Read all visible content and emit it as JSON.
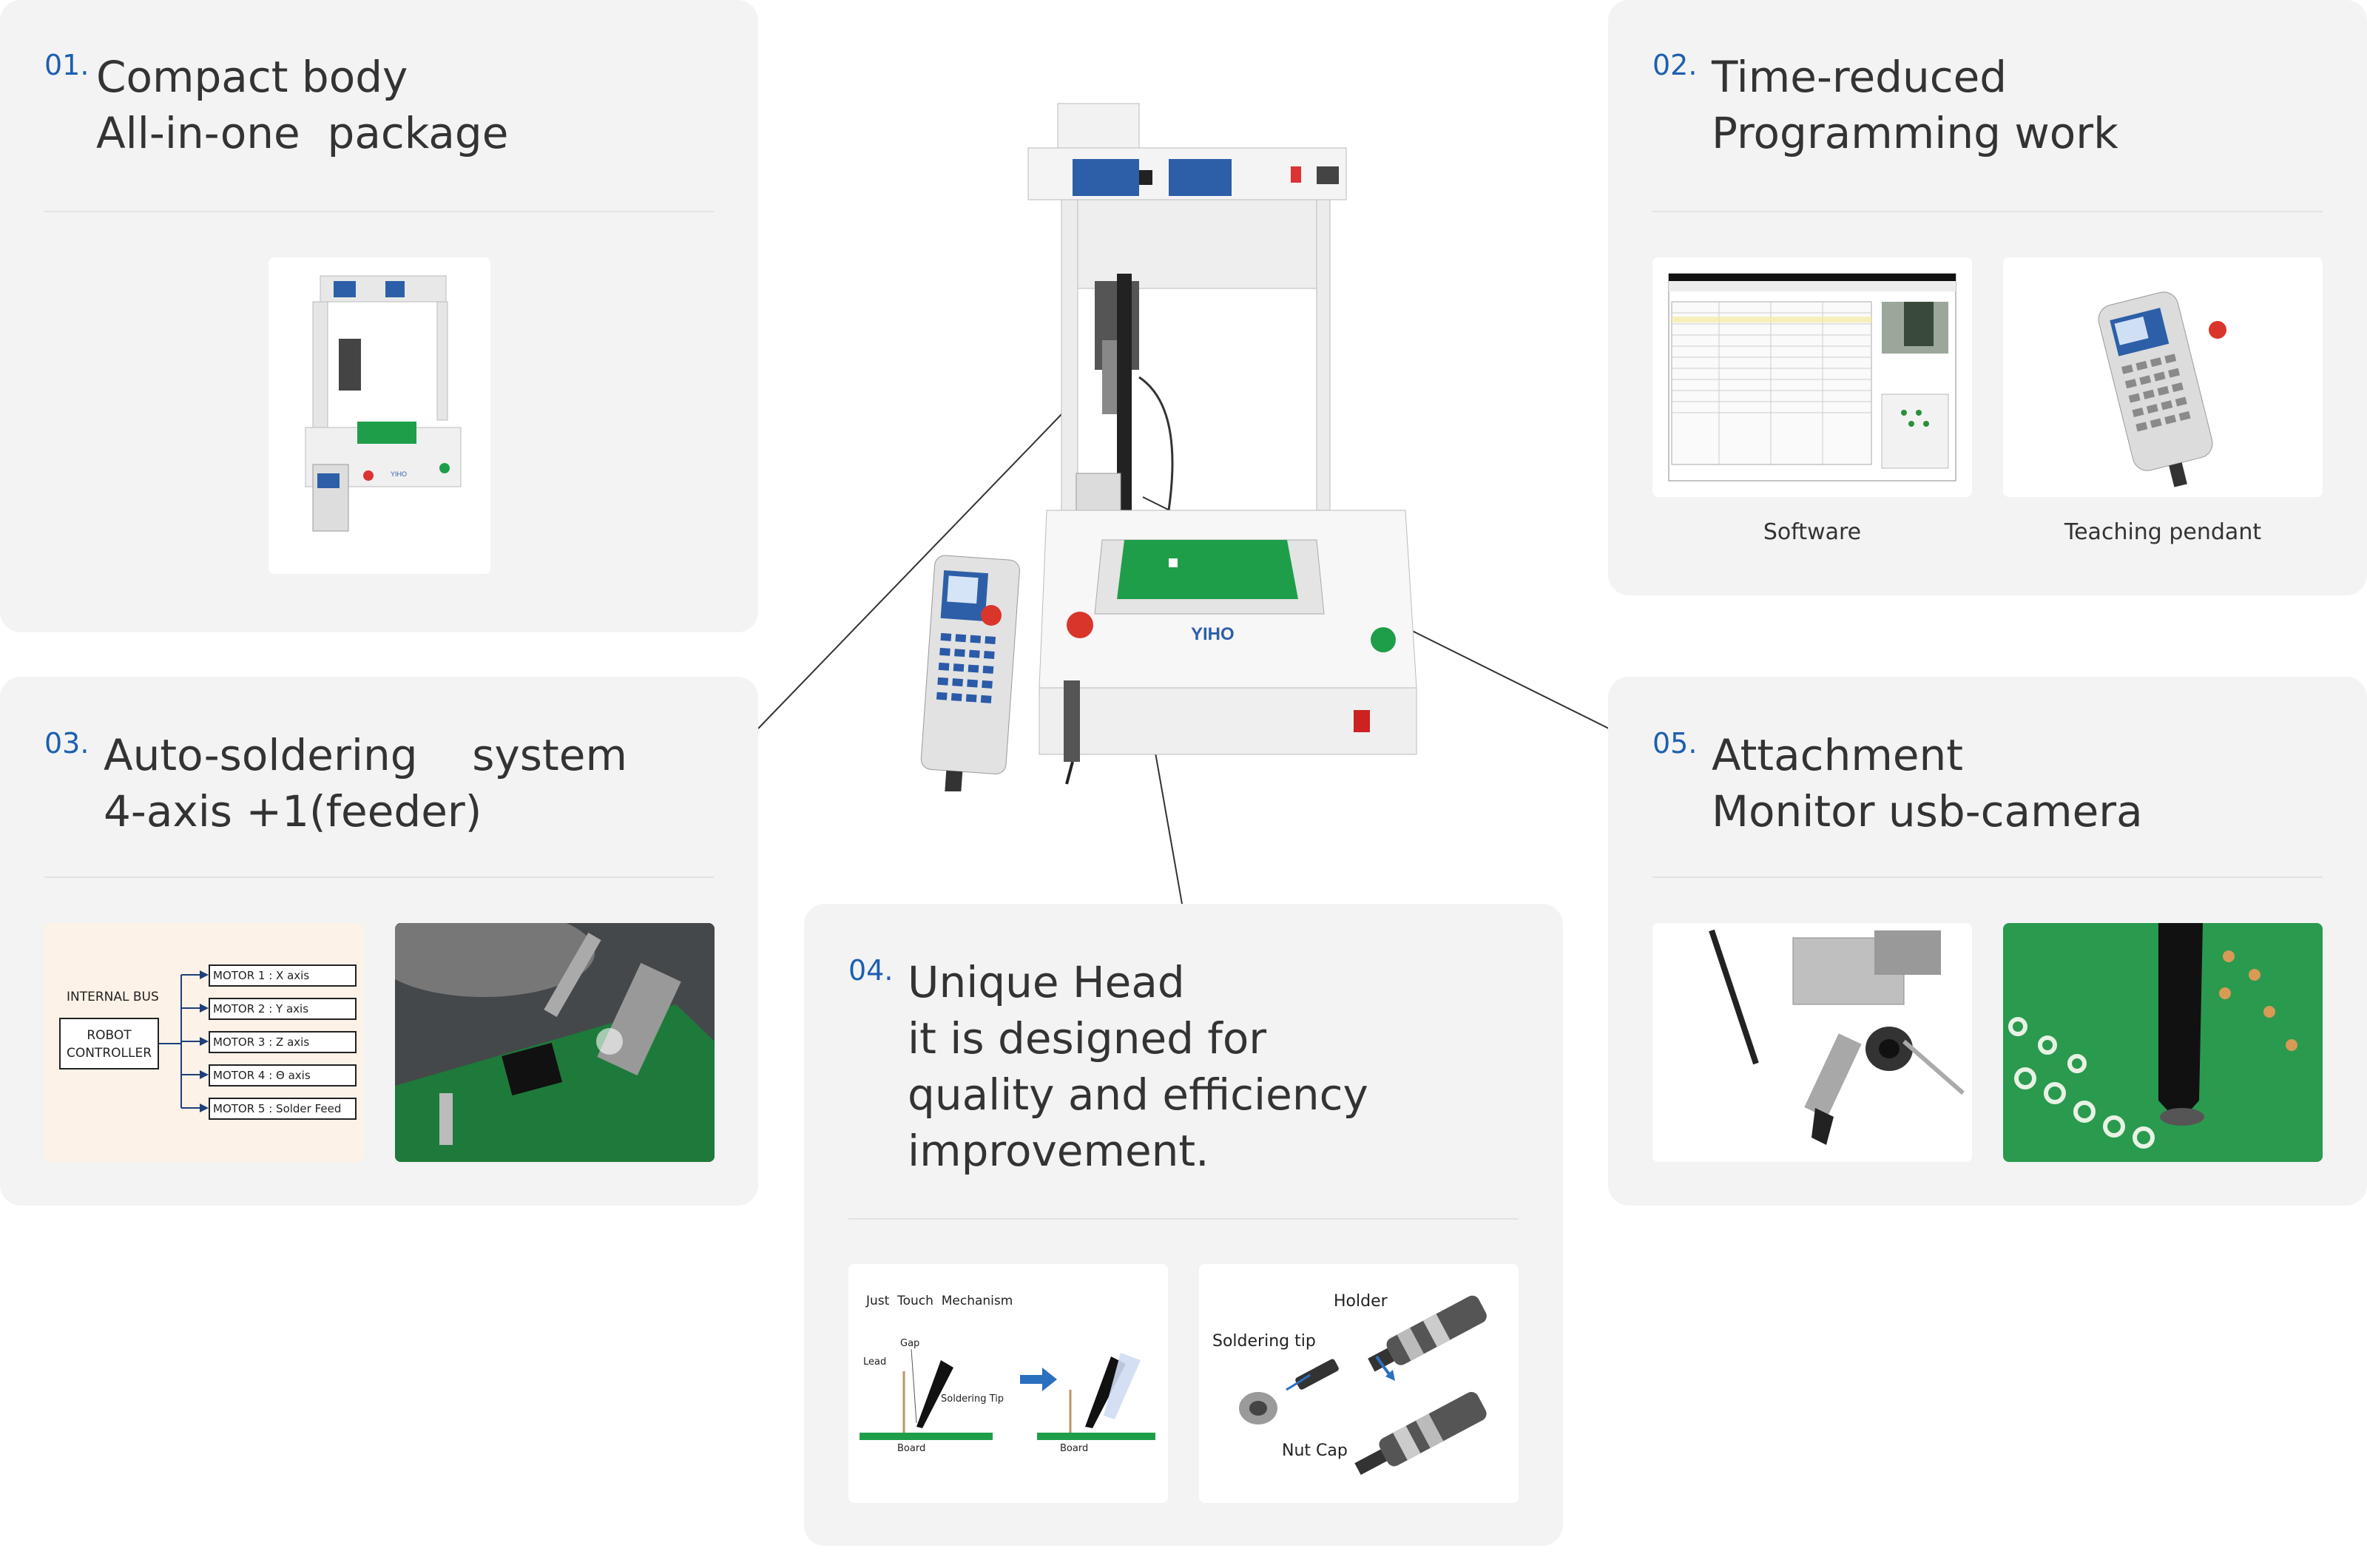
{
  "colors": {
    "card_bg": "#f3f3f3",
    "number_blue": "#1d5fb0",
    "text_dark": "#333333",
    "board_green": "#1f9e4a",
    "arrow_blue": "#2a6fc0"
  },
  "features": [
    {
      "num": "01.",
      "title": "Compact body\nAll-in-one  package"
    },
    {
      "num": "02.",
      "title": "Time-reduced\nProgramming work",
      "captions": [
        "Software",
        "Teaching pendant"
      ]
    },
    {
      "num": "03.",
      "title": "Auto-soldering    system\n4-axis +1(feeder)",
      "bus": {
        "bus_label": "INTERNAL BUS",
        "controller": "ROBOT\nCONTROLLER",
        "motors": [
          "MOTOR 1 : X axis",
          "MOTOR 2 : Y axis",
          "MOTOR 3 : Z axis",
          "MOTOR 4 : Θ axis",
          "MOTOR 5 : Solder Feed"
        ]
      }
    },
    {
      "num": "04.",
      "title": "Unique Head\nit is designed for\nquality and efficiency\nimprovement.",
      "mechanism": {
        "heading": "Just  Touch  Mechanism",
        "gap": "Gap",
        "lead": "Lead",
        "tip": "Soldering Tip",
        "board1": "Board",
        "board2": "Board"
      },
      "parts": {
        "holder": "Holder",
        "tip": "Soldering tip",
        "nut": "Nut Cap"
      }
    },
    {
      "num": "05.",
      "title": "Attachment\nMonitor usb-camera"
    }
  ],
  "machine": {
    "brand": "YIHO"
  }
}
